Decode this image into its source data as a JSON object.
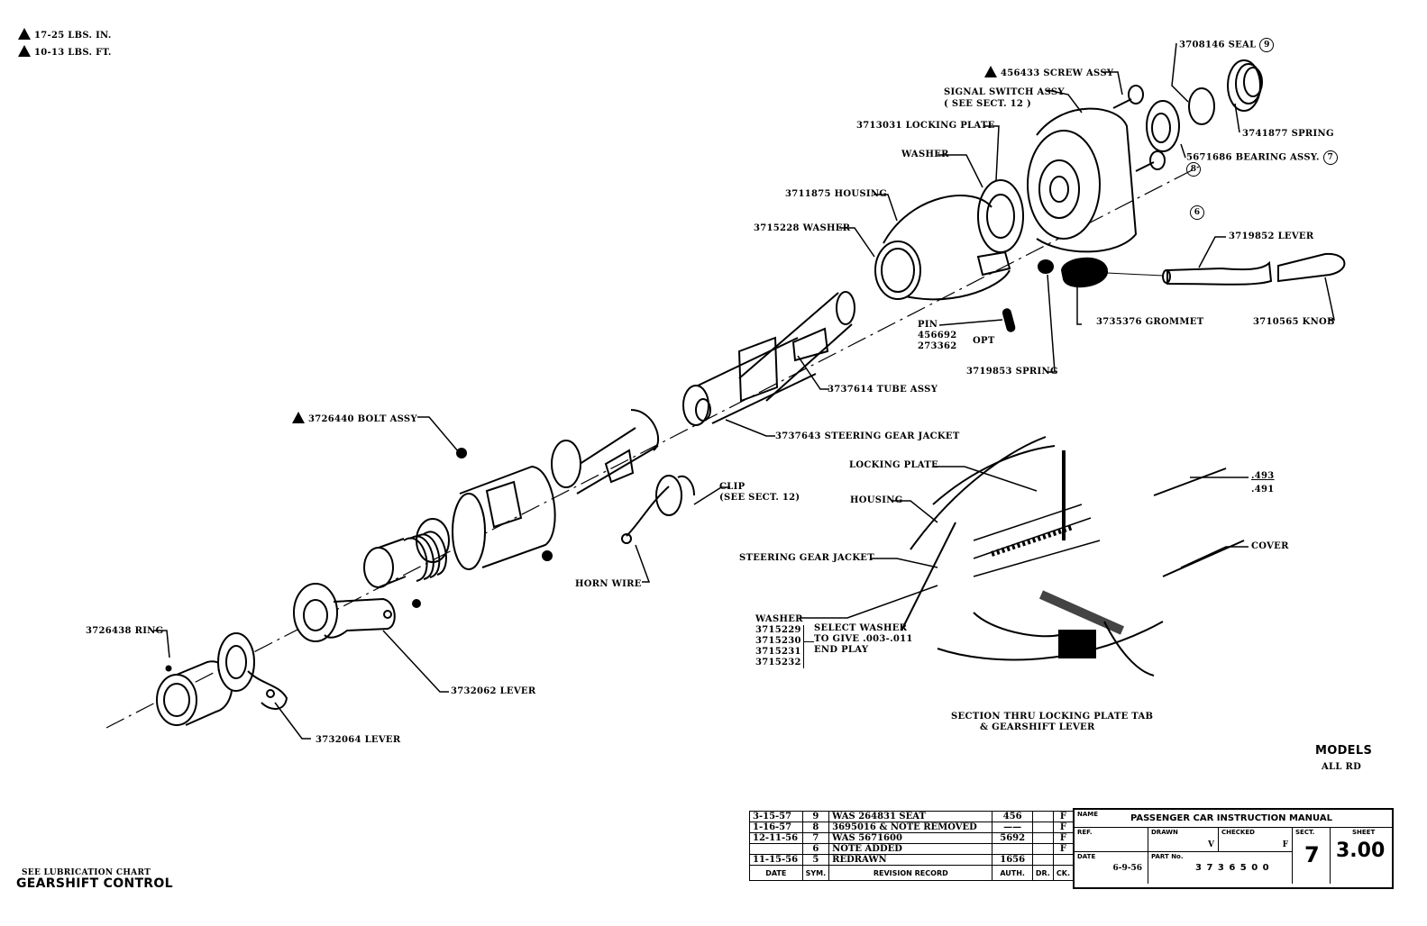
{
  "torque_legend": [
    {
      "icon": "torque-triangle-icon",
      "text": "17-25 LBS. IN."
    },
    {
      "icon": "torque-triangle-icon",
      "text": "10-13 LBS. FT."
    }
  ],
  "callouts": {
    "screw_assy": "456433 SCREW ASSY",
    "signal_switch": "SIGNAL SWITCH ASSY",
    "signal_switch_note": "( SEE SECT. 12 )",
    "seal": "3708146 SEAL",
    "seal_circle": "9",
    "spring_top": "3741877 SPRING",
    "bearing_assy": "5671686 BEARING ASSY.",
    "bearing_circle": "7",
    "circle_8": "8",
    "circle_6": "6",
    "locking_plate": "3713031 LOCKING PLATE",
    "washer": "WASHER",
    "housing": "3711875 HOUSING",
    "washer_3715228": "3715228 WASHER",
    "lever_3719852": "3719852 LEVER",
    "grommet": "3735376 GROMMET",
    "knob": "3710565 KNOB",
    "pin": "PIN",
    "pin_opt_1": "456692",
    "pin_opt_2": "273362",
    "pin_opt": "OPT",
    "spring_3719853": "3719853 SPRING",
    "tube_assy": "3737614 TUBE ASSY",
    "bolt_assy": "3726440 BOLT ASSY",
    "steering_jacket": "3737643 STEERING GEAR JACKET",
    "clip": "CLIP",
    "clip_note": "(SEE SECT. 12)",
    "horn_wire": "HORN WIRE",
    "ring": "3726438 RING",
    "lever_3732062": "3732062 LEVER",
    "lever_3732064": "3732064 LEVER"
  },
  "section_view": {
    "locking_plate": "LOCKING PLATE",
    "housing": "HOUSING",
    "steering_jacket": "STEERING GEAR JACKET",
    "dim_top": ".493",
    "dim_bottom": ".491",
    "cover": "COVER",
    "washer": "WASHER",
    "washer_parts": [
      "3715229",
      "3715230",
      "3715231",
      "3715232"
    ],
    "washer_note": [
      "SELECT WASHER",
      "TO GIVE .003-.011",
      "END PLAY"
    ],
    "caption_line1": "SECTION THRU LOCKING PLATE TAB",
    "caption_line2": "& GEARSHIFT LEVER"
  },
  "models": {
    "label": "MODELS",
    "value": "ALL RD"
  },
  "footer": {
    "note": "SEE LUBRICATION CHART",
    "title": "GEARSHIFT CONTROL"
  },
  "revision_table": {
    "headers": [
      "DATE",
      "SYM.",
      "REVISION RECORD",
      "AUTH.",
      "DR.",
      "CK."
    ],
    "rows": [
      {
        "date": "3-15-57",
        "sym": "9",
        "record": "WAS 264831 SEAT",
        "auth": "456",
        "dr": "",
        "ck": "F"
      },
      {
        "date": "1-16-57",
        "sym": "8",
        "record": "3695016 & NOTE REMOVED",
        "auth": "——",
        "dr": "",
        "ck": "F"
      },
      {
        "date": "12-11-56",
        "sym": "7",
        "record": "WAS 5671600",
        "auth": "5692",
        "dr": "",
        "ck": "F"
      },
      {
        "date": "",
        "sym": "6",
        "record": "NOTE ADDED",
        "auth": "",
        "dr": "",
        "ck": "F"
      },
      {
        "date": "11-15-56",
        "sym": "5",
        "record": "REDRAWN",
        "auth": "1656",
        "dr": "",
        "ck": ""
      }
    ]
  },
  "title_block": {
    "name_label": "NAME",
    "name": "PASSENGER CAR INSTRUCTION MANUAL",
    "ref_label": "REF.",
    "drawn_label": "DRAWN",
    "drawn": "V",
    "checked_label": "CHECKED",
    "checked": "F",
    "sect_label": "SECT.",
    "sect": "7",
    "sheet_label": "SHEET",
    "sheet": "3.00",
    "date_label": "DATE",
    "date": "6-9-56",
    "part_label": "PART No.",
    "part": "3 7 3 6 5 0 0"
  }
}
